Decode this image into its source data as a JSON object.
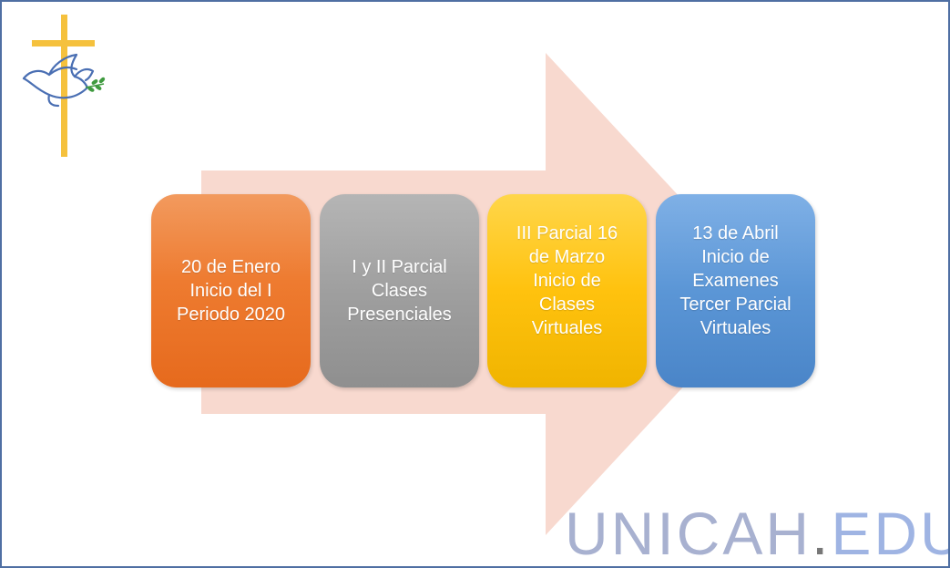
{
  "colors": {
    "frame": "#4f6fa3",
    "arrow": "#f8d9cf",
    "box_1": "#ee7b30",
    "box_2": "#a5a5a5",
    "box_3": "#ffc20e",
    "box_4": "#5b96d6",
    "logo_cross": "#f5c13d",
    "logo_dove": "#4a6fb3",
    "logo_branch": "#3f9a3f"
  },
  "logo": {
    "icon": "cross-with-dove-icon"
  },
  "diagram": {
    "arrow_icon": "right-arrow-shape",
    "steps": [
      {
        "text": "20 de Enero\nInicio del I\nPeriodo 2020"
      },
      {
        "text": "I y II Parcial\nClases\nPresenciales"
      },
      {
        "text": "III Parcial 16\nde Marzo\nInicio de\nClases\nVirtuales"
      },
      {
        "text": "13 de Abril\nInicio de\nExamenes\nTercer Parcial\nVirtuales"
      }
    ]
  },
  "watermark": {
    "main": "UNICAH",
    "dot": ".",
    "suffix": "EDU"
  }
}
